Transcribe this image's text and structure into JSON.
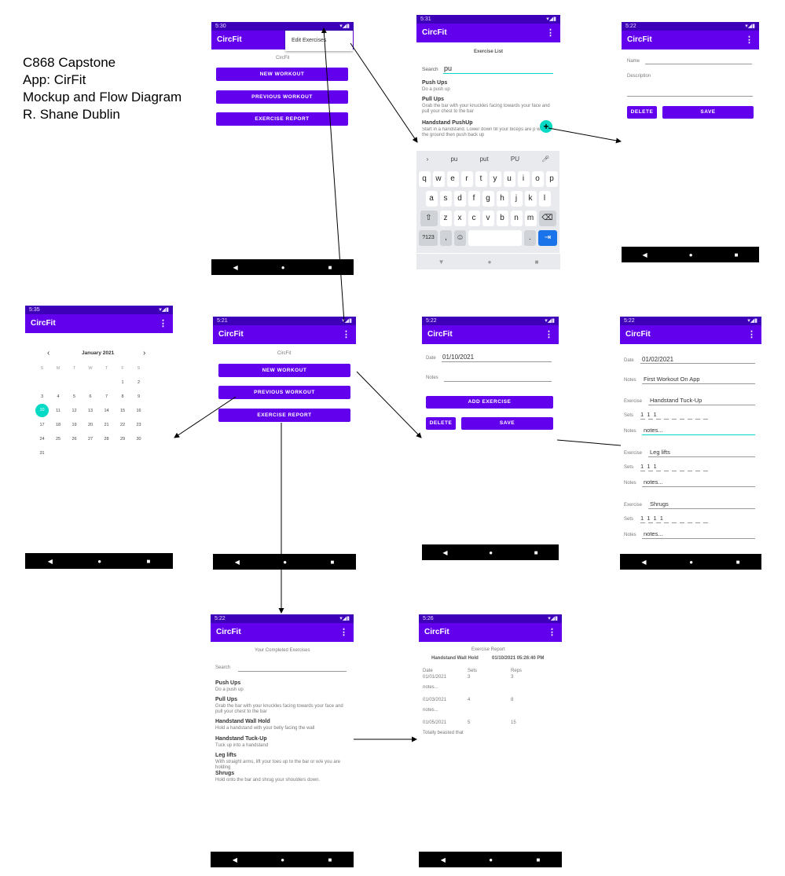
{
  "title_lines": [
    "C868 Capstone",
    "App: CirFit",
    "Mockup and Flow Diagram",
    "R. Shane Dublin"
  ],
  "app_name": "CircFit",
  "colors": {
    "primary": "#6200ee",
    "status": "#3d00b8",
    "accent": "#03dac5"
  },
  "home_menu": {
    "time": "5:30",
    "menu_item": "Edit Exercises",
    "label": "CircFit",
    "new_workout": "NEW WORKOUT",
    "previous_workout": "PREVIOUS WORKOUT",
    "exercise_report": "EXERCISE REPORT"
  },
  "exercise_list": {
    "time": "5:31",
    "heading": "Exercise List",
    "search_label": "Search",
    "search_value": "pu",
    "items": [
      {
        "name": "Push Ups",
        "desc": "Do a push up"
      },
      {
        "name": "Pull Ups",
        "desc": "Grab the bar with your knuckles facing towards your face and pull your chest to the bar"
      },
      {
        "name": "Handstand PushUp",
        "desc": "Start in a handstand. Lower down till your biceps are p with the ground then push back up"
      }
    ],
    "suggestions": [
      "pu",
      "put",
      "PU"
    ],
    "row1": [
      "q",
      "w",
      "e",
      "r",
      "t",
      "y",
      "u",
      "i",
      "o",
      "p"
    ],
    "row2": [
      "a",
      "s",
      "d",
      "f",
      "g",
      "h",
      "j",
      "k",
      "l"
    ],
    "row3": [
      "z",
      "x",
      "c",
      "v",
      "b",
      "n",
      "m"
    ],
    "sym": "?123",
    "comma": ",",
    "period": "."
  },
  "edit_exercise": {
    "time": "5:22",
    "name_label": "Name",
    "desc_label": "Description",
    "delete": "DELETE",
    "save": "SAVE"
  },
  "calendar": {
    "time": "5:35",
    "month": "January 2021",
    "days": [
      "S",
      "M",
      "T",
      "W",
      "T",
      "F",
      "S"
    ],
    "weeks": [
      [
        "",
        "",
        "",
        "",
        "",
        "1",
        "2"
      ],
      [
        "3",
        "4",
        "5",
        "6",
        "7",
        "8",
        "9"
      ],
      [
        "10",
        "11",
        "12",
        "13",
        "14",
        "15",
        "16"
      ],
      [
        "17",
        "18",
        "19",
        "20",
        "21",
        "22",
        "23"
      ],
      [
        "24",
        "25",
        "26",
        "27",
        "28",
        "29",
        "30"
      ],
      [
        "31",
        "",
        "",
        "",
        "",
        "",
        ""
      ]
    ],
    "selected": "10"
  },
  "home": {
    "time": "5:21",
    "label": "CircFit",
    "new_workout": "NEW WORKOUT",
    "previous_workout": "PREVIOUS WORKOUT",
    "exercise_report": "EXERCISE REPORT"
  },
  "new_workout": {
    "time": "5:22",
    "date_label": "Date",
    "date_value": "01/10/2021",
    "notes_label": "Notes",
    "add_exercise": "ADD EXERCISE",
    "delete": "DELETE",
    "save": "SAVE"
  },
  "workout_detail": {
    "time": "5:22",
    "date_label": "Date",
    "date_value": "01/02/2021",
    "notes_label": "Notes",
    "notes_value": "First Workout On App",
    "exercise_label": "Exercise",
    "sets_label": "Sets",
    "exercises": [
      {
        "name": "Handstand Tuck-Up",
        "sets": "1 1 1",
        "notes": "notes..."
      },
      {
        "name": "Leg lifts",
        "sets": "1 1 1",
        "notes": "notes..."
      },
      {
        "name": "Shrugs",
        "sets": "1 1 1 1",
        "notes": "notes..."
      }
    ]
  },
  "completed": {
    "time": "5:22",
    "heading": "Your Completed Exercises",
    "search_label": "Search",
    "items": [
      {
        "name": "Push Ups",
        "desc": "Do a push up"
      },
      {
        "name": "Pull Ups",
        "desc": "Grab the bar with your knuckles facing towards your face and pull your chest to the bar"
      },
      {
        "name": "Handstand Wall Hold",
        "desc": "Hold a handstand with your belly facing the wall"
      },
      {
        "name": "Handstand Tuck-Up",
        "desc": "Tuck up into a handstand"
      },
      {
        "name": "Leg lifts",
        "desc": "With straight arms, lift your toes up to the bar or w/e you are holding"
      },
      {
        "name": "Shrugs",
        "desc": "Hold onto the bar and shrug your shoulders down."
      }
    ]
  },
  "report": {
    "time": "5:26",
    "heading": "Exercise Report",
    "exercise": "Handstand Wall Hold",
    "timestamp": "01/10/2021 05:26:40 PM",
    "col_date": "Date",
    "col_sets": "Sets",
    "col_reps": "Reps",
    "rows": [
      {
        "date": "01/01/2021",
        "sets": "3",
        "reps": "3",
        "note": "notes..."
      },
      {
        "date": "01/03/2021",
        "sets": "4",
        "reps": "8",
        "note": "notes..."
      },
      {
        "date": "01/05/2021",
        "sets": "5",
        "reps": "15",
        "note": "Totally beasted that"
      }
    ]
  }
}
